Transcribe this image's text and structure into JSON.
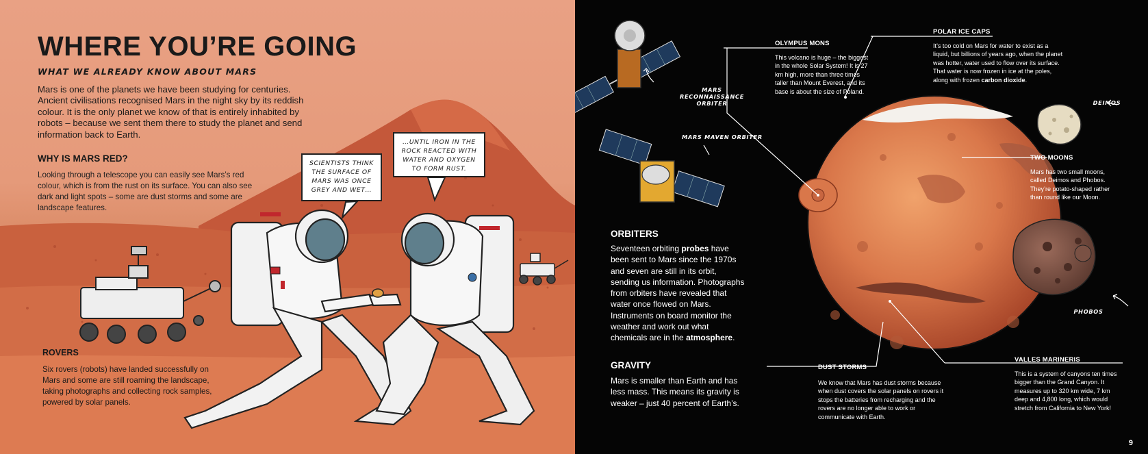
{
  "left": {
    "title": "WHERE YOU’RE GOING",
    "subtitle": "WHAT WE ALREADY KNOW ABOUT MARS",
    "intro": "Mars is one of the planets we have been studying for centuries. Ancient civilisations recognised Mars in the night sky by its reddish colour. It is the only planet we know of that is entirely inhabited by robots – because we sent them there to study the planet and send information back to Earth.",
    "why_heading": "WHY IS MARS RED?",
    "why_text": "Looking through a telescope you can easily see Mars’s red colour, which is from the rust on its surface. You can also see dark and light spots – some are dust storms and some are landscape features.",
    "rovers_heading": "ROVERS",
    "rovers_text": "Six rovers (robots) have landed successfully on Mars and some are still roaming the landscape, taking photographs and collecting rock samples, powered by solar panels.",
    "bubble1": "Scientists think the surface of Mars was once grey and wet…",
    "bubble2": "…until iron in the rock reacted with water and oxygen to form rust."
  },
  "right": {
    "mro_caption": "MARS RECONNAISSANCE ORBITER",
    "maven_caption": "MARS MAVEN ORBITER",
    "orbiters_heading": "ORBITERS",
    "orbiters_text_1": "Seventeen orbiting ",
    "orbiters_bold_1": "probes",
    "orbiters_text_2": " have been sent to Mars since the 1970s and seven are still in its orbit, sending us information. Photographs from orbiters have revealed that water once flowed on Mars. Instruments on board monitor the weather and work out what chemicals are in the ",
    "orbiters_bold_2": "atmosphere",
    "orbiters_text_3": ".",
    "gravity_heading": "GRAVITY",
    "gravity_text": "Mars is smaller than Earth and has less mass. This means its gravity is weaker – just 40 percent of Earth’s.",
    "olympus_heading": "OLYMPUS MONS",
    "olympus_text": "This volcano is huge – the biggest in the whole Solar System! It is 27 km high, more than three times taller than Mount Everest, and its base is about the size of Poland.",
    "polar_heading": "POLAR ICE CAPS",
    "polar_text_1": "It’s too cold on Mars for water to exist as a liquid, but billions of years ago, when the planet was hotter, water used to flow over its surface. That water is now frozen in ice at the poles, along with frozen ",
    "polar_bold": "carbon dioxide",
    "polar_text_2": ".",
    "deimos_caption": "DEIMOS",
    "moons_heading": "TWO MOONS",
    "moons_text": "Mars has two small moons, called Deimos and Phobos. They’re potato-shaped rather than round like our Moon.",
    "phobos_caption": "PHOBOS",
    "dust_heading": "DUST STORMS",
    "dust_text": "We know that Mars has dust storms because when dust covers the solar panels on rovers it stops the batteries from recharging and the rovers are no longer able to work or communicate with Earth.",
    "valles_heading": "VALLES MARINERIS",
    "valles_text": "This is a system of canyons ten times bigger than the Grand Canyon. It measures up to 320 km wide, 7 km deep and 4,800 long, which would stretch from California to New York!",
    "page_number": "9"
  }
}
